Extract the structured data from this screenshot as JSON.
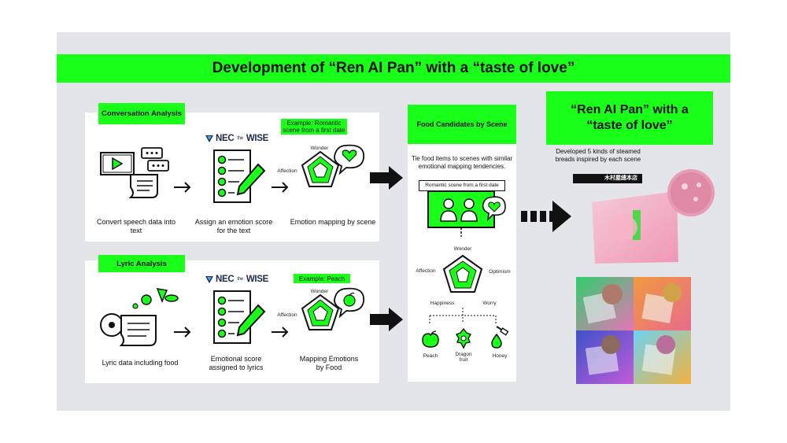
{
  "title": "Development of “Ren AI Pan” with a “taste of love”",
  "conversation": {
    "tag": "Conversation Analysis",
    "example": "Example: Romantic scene from a first date",
    "steps": [
      "Convert speech data into text",
      "Assign an emotion score for the text",
      "Emotion mapping by scene"
    ],
    "radar_labels": {
      "top": "Wonder",
      "left": "Affection"
    }
  },
  "lyric": {
    "tag": "Lyric Analysis",
    "example": "Example: Peach",
    "steps": [
      "Lyric data including food",
      "Emotional score assigned to lyrics",
      "Mapping Emotions by Food"
    ],
    "radar_labels": {
      "top": "Wonder",
      "left": "Affection"
    }
  },
  "logo": {
    "brand": "NEC",
    "small": "the",
    "wise": "WISE"
  },
  "food": {
    "title": "Food Candidates by Scene",
    "desc": "Tie food items to scenes with similar emotional mapping tendencies.",
    "scene_label": "Romantic scene from a first date",
    "radar_labels": {
      "top": "Wonder",
      "left": "Affection",
      "right": "Optimism",
      "bottom_left": "Happiness",
      "bottom_right": "Worry"
    },
    "items": [
      "Peach",
      "Dragon fruit",
      "Honey"
    ]
  },
  "result": {
    "title": "“Ren AI Pan” with a “taste of love”",
    "desc": "Developed 5 kinds of steamed breads inspired by each scene",
    "brand_tag": "木村屋總本店"
  },
  "colors": {
    "accent": "#1aff1a",
    "slide_bg": "#e4e5e9",
    "ink": "#111111"
  }
}
